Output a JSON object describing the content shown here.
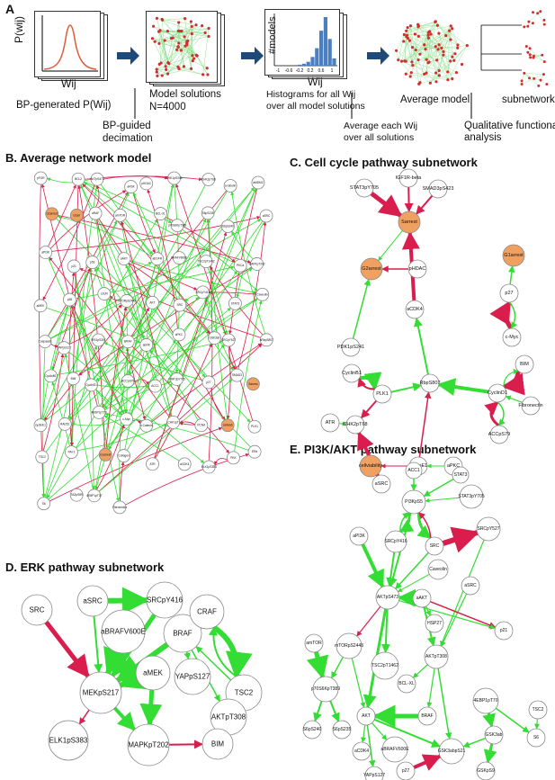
{
  "panel_a": {
    "letter": "A",
    "plot_ylabel": "P(wij)",
    "plot_xlabel": "Wij",
    "cap_bp": "BP-generated P(Wij)",
    "cap_solutions_1": "Model solutions",
    "cap_solutions_2": "N=4000",
    "cap_decimation_1": "BP-guided",
    "cap_decimation_2": "decimation",
    "hist_ylabel": "#models",
    "hist_xlabel": "Wij",
    "hist_ticks": [
      "-1",
      "-0.6",
      "-0.2",
      "0.2",
      "0.6",
      "1"
    ],
    "cap_hist_1": "Histograms for all Wij",
    "cap_hist_2": "over all model solutions",
    "cap_avgeach_1": "Average each Wij",
    "cap_avgeach_2": "over all solutions",
    "cap_avgmodel": "Average model",
    "cap_subnetworks": "subnetworks",
    "cap_qual_1": "Qualitative functional",
    "cap_qual_2": "analysis"
  },
  "panel_b": {
    "letter": "B.",
    "title": "Average  network model"
  },
  "panel_c": {
    "letter": "C.",
    "title": "Cell cycle pathway subnetwork"
  },
  "panel_d": {
    "letter": "D.",
    "title": "ERK pathway subnetwork"
  },
  "panel_e": {
    "letter": "E.",
    "title": "PI3K/AKT pathway subnetwork"
  },
  "colors": {
    "activation": "#33dd33",
    "inhibition": "#d91e4e",
    "node_orange": "#f0a060",
    "node_fill": "#ffffff",
    "node_stroke": "#888888"
  },
  "network_c": {
    "nodes": [
      {
        "id": "igf",
        "label": "IGF1R-beta"
      },
      {
        "id": "stat3",
        "label": "STAT3pY705"
      },
      {
        "id": "smad",
        "label": "SMAD3pS423"
      },
      {
        "id": "sarrest",
        "label": "Sarrest",
        "orange": true
      },
      {
        "id": "g2",
        "label": "G2arrest",
        "orange": true
      },
      {
        "id": "phdac",
        "label": "pHDAC"
      },
      {
        "id": "g1",
        "label": "G1arrest",
        "orange": true
      },
      {
        "id": "acdk4",
        "label": "aCDK4"
      },
      {
        "id": "p27",
        "label": "p27"
      },
      {
        "id": "cmyc",
        "label": "c-Myc"
      },
      {
        "id": "pdk1",
        "label": "PDK1pS241"
      },
      {
        "id": "bim",
        "label": "BIM"
      },
      {
        "id": "cyclinb1",
        "label": "CyclinB1"
      },
      {
        "id": "rb",
        "label": "RbpS807"
      },
      {
        "id": "cyclind1",
        "label": "CyclinD1"
      },
      {
        "id": "plk1",
        "label": "PLK1"
      },
      {
        "id": "fibro",
        "label": "Fibronectin"
      },
      {
        "id": "atr",
        "label": "ATR"
      },
      {
        "id": "chk2",
        "label": "CHK2pT68"
      },
      {
        "id": "acc",
        "label": "ACCpS79"
      },
      {
        "id": "cellv",
        "label": "cellviability",
        "orange": true
      },
      {
        "id": "cyclin1",
        "label": "cyclinE1"
      },
      {
        "id": "apkc",
        "label": "aPKC"
      },
      {
        "id": "asrc",
        "label": "aSRC"
      }
    ]
  },
  "network_d": {
    "nodes": [
      {
        "id": "src",
        "label": "SRC"
      },
      {
        "id": "asrc",
        "label": "aSRC"
      },
      {
        "id": "srcp",
        "label": "SRCpY416"
      },
      {
        "id": "abraf",
        "label": "aBRAFV600E"
      },
      {
        "id": "braf",
        "label": "BRAF"
      },
      {
        "id": "craf",
        "label": "CRAF"
      },
      {
        "id": "amek",
        "label": "aMEK"
      },
      {
        "id": "yap",
        "label": "YAPpS127"
      },
      {
        "id": "mek",
        "label": "MEKpS217"
      },
      {
        "id": "tsc2",
        "label": "TSC2"
      },
      {
        "id": "akt",
        "label": "AKTpT308"
      },
      {
        "id": "elk",
        "label": "ELK1pS383"
      },
      {
        "id": "mapk",
        "label": "MAPKpT202"
      },
      {
        "id": "bim",
        "label": "BIM"
      }
    ]
  },
  "network_e": {
    "nodes": [
      {
        "id": "acc1",
        "label": "ACC1"
      },
      {
        "id": "stat3",
        "label": "STAT3"
      },
      {
        "id": "pi3k",
        "label": "PI3KpS5"
      },
      {
        "id": "stat3p",
        "label": "STAT3pY705"
      },
      {
        "id": "api3k",
        "label": "aPI3K"
      },
      {
        "id": "srcp416",
        "label": "SRCpY416"
      },
      {
        "id": "src",
        "label": "SRC"
      },
      {
        "id": "srcp527",
        "label": "SRCpY527"
      },
      {
        "id": "cav",
        "label": "Caveolin"
      },
      {
        "id": "asrc",
        "label": "aSRC"
      },
      {
        "id": "aktps",
        "label": "AKTpS473"
      },
      {
        "id": "aakt",
        "label": "aAKT"
      },
      {
        "id": "hsp",
        "label": "HSP27"
      },
      {
        "id": "p21",
        "label": "p21"
      },
      {
        "id": "amtor",
        "label": "amTOR"
      },
      {
        "id": "mtor",
        "label": "mTORpS2448"
      },
      {
        "id": "aktpt",
        "label": "AKTpT308"
      },
      {
        "id": "tsc2p",
        "label": "TSC2pT1462"
      },
      {
        "id": "bclxl",
        "label": "BCL-XL"
      },
      {
        "id": "p70",
        "label": "p70S6KpT389"
      },
      {
        "id": "s6a",
        "label": "S6pS240"
      },
      {
        "id": "s6b",
        "label": "S6pS235"
      },
      {
        "id": "akt",
        "label": "AKT"
      },
      {
        "id": "braf",
        "label": "BRAF"
      },
      {
        "id": "ebp",
        "label": "4EBP1pT70"
      },
      {
        "id": "tsc2",
        "label": "TSC2"
      },
      {
        "id": "gsk3ab",
        "label": "GSK3ab"
      },
      {
        "id": "s6",
        "label": "S6"
      },
      {
        "id": "acdk4",
        "label": "aCDK4"
      },
      {
        "id": "abraf",
        "label": "aBRAFV600E"
      },
      {
        "id": "gsk21",
        "label": "GSK3abpS21"
      },
      {
        "id": "p27",
        "label": "p27"
      },
      {
        "id": "yap",
        "label": "YAPpS127"
      },
      {
        "id": "gsk9",
        "label": "GSKpS9"
      }
    ]
  },
  "network_b": {
    "labels": [
      "pFOR",
      "BCL2",
      "AKTpS473",
      "aRSK",
      "pHDAC",
      "CHK1pS345",
      "CHK2pT68",
      "a-tubulin",
      "aMDM2",
      "G2arrest",
      "G1arr",
      "aRAF",
      "amTOR",
      "BCL-XL",
      "p70S6KpT389",
      "S6pS235",
      "S6pS240",
      "aSRC",
      "aPI3K",
      "p21",
      "p53",
      "aAKT",
      "aEGFR",
      "BRAFV600E",
      "TSC2pT1462",
      "PKCa",
      "MAPKpT202",
      "aMEK",
      "p38",
      "cJUN",
      "mTORpS2448",
      "AKT",
      "SRC",
      "SRCpY416",
      "STAT3",
      "Caveolin",
      "Caspase8",
      "YAPpS127",
      "IRS1pS307",
      "BRAF",
      "aERK",
      "aPKC",
      "GSK3ab",
      "SRCpY527",
      "aRbpS807",
      "CyclinB1",
      "BIM",
      "CyclinD1",
      "ACCpS79",
      "ACC1",
      "STAT3pY705",
      "p27",
      "SMAD3",
      "Sarrest",
      "cyclinE1",
      "RAD51",
      "4EBP1pT70",
      "c-Myc",
      "b-Catenin",
      "CHK1pT",
      "PCNA",
      "cellviab",
      "PLK1",
      "TSC2",
      "PAI-1",
      "G1arrest",
      "Collagen",
      "ATR",
      "aCDK4",
      "ELK1pS383",
      "PKK",
      "ERa",
      "S6",
      "TAZpS89",
      "4EBP1pT37",
      "Fibronectin"
    ]
  }
}
